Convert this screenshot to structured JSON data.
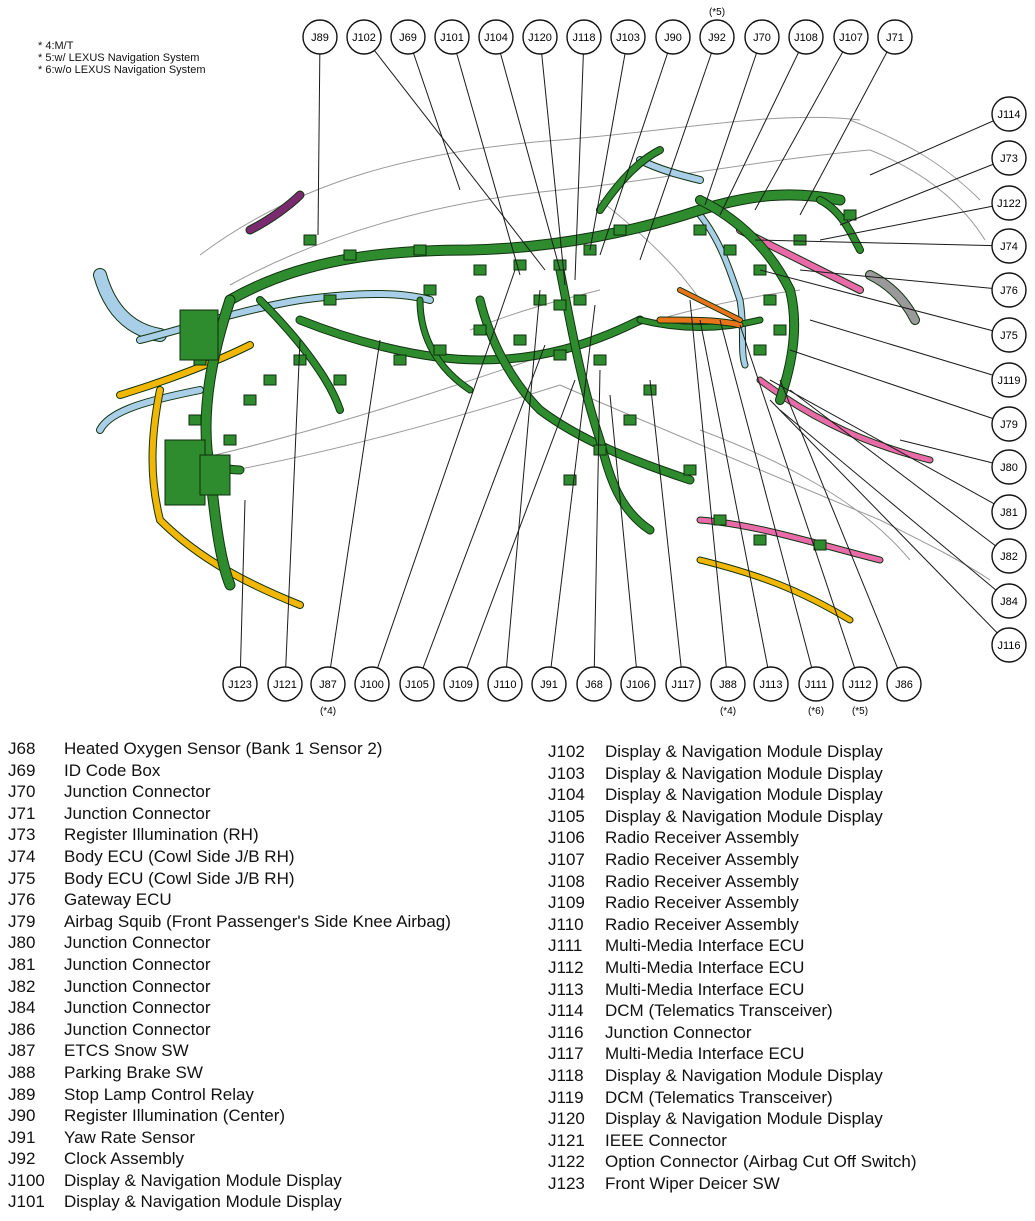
{
  "notes": [
    "* 4:M/T",
    "* 5:w/ LEXUS Navigation System",
    "* 6:w/o LEXUS Navigation System"
  ],
  "colors": {
    "harness_green": "#2e8b2e",
    "harness_yellow": "#f2b705",
    "harness_blue": "#a9cfe8",
    "harness_pink": "#e86aa8",
    "harness_orange": "#e8751a",
    "harness_purple": "#7a2a6e",
    "connector_dark": "#1f6b1f",
    "line": "#1a1a1a"
  },
  "top_callouts": [
    {
      "label": "J89"
    },
    {
      "label": "J102"
    },
    {
      "label": "J69"
    },
    {
      "label": "J101"
    },
    {
      "label": "J104"
    },
    {
      "label": "J120"
    },
    {
      "label": "J118"
    },
    {
      "label": "J103"
    },
    {
      "label": "J90"
    },
    {
      "label": "J92",
      "note": "(*5)"
    },
    {
      "label": "J70"
    },
    {
      "label": "J108"
    },
    {
      "label": "J107"
    },
    {
      "label": "J71"
    }
  ],
  "right_callouts": [
    {
      "label": "J114"
    },
    {
      "label": "J73"
    },
    {
      "label": "J122"
    },
    {
      "label": "J74"
    },
    {
      "label": "J76"
    },
    {
      "label": "J75"
    },
    {
      "label": "J119"
    },
    {
      "label": "J79"
    },
    {
      "label": "J80"
    },
    {
      "label": "J81"
    },
    {
      "label": "J82"
    },
    {
      "label": "J84"
    },
    {
      "label": "J116"
    }
  ],
  "bottom_callouts": [
    {
      "label": "J123"
    },
    {
      "label": "J121"
    },
    {
      "label": "J87",
      "note": "(*4)"
    },
    {
      "label": "J100"
    },
    {
      "label": "J105"
    },
    {
      "label": "J109"
    },
    {
      "label": "J110"
    },
    {
      "label": "J91"
    },
    {
      "label": "J68"
    },
    {
      "label": "J106"
    },
    {
      "label": "J117"
    },
    {
      "label": "J88",
      "note": "(*4)"
    },
    {
      "label": "J113"
    },
    {
      "label": "J111",
      "note": "(*6)"
    },
    {
      "label": "J112",
      "note": "(*5)"
    },
    {
      "label": "J86"
    }
  ],
  "legend_left": [
    {
      "code": "J68",
      "name": "Heated Oxygen Sensor (Bank 1 Sensor 2)"
    },
    {
      "code": "J69",
      "name": "ID Code Box"
    },
    {
      "code": "J70",
      "name": "Junction Connector"
    },
    {
      "code": "J71",
      "name": "Junction Connector"
    },
    {
      "code": "J73",
      "name": "Register Illumination (RH)"
    },
    {
      "code": "J74",
      "name": "Body ECU (Cowl Side J/B RH)"
    },
    {
      "code": "J75",
      "name": "Body ECU (Cowl Side J/B RH)"
    },
    {
      "code": "J76",
      "name": "Gateway ECU"
    },
    {
      "code": "J79",
      "name": "Airbag Squib (Front Passenger's Side Knee Airbag)"
    },
    {
      "code": "J80",
      "name": "Junction Connector"
    },
    {
      "code": "J81",
      "name": "Junction Connector"
    },
    {
      "code": "J82",
      "name": "Junction Connector"
    },
    {
      "code": "J84",
      "name": "Junction Connector"
    },
    {
      "code": "J86",
      "name": "Junction Connector"
    },
    {
      "code": "J87",
      "name": "ETCS Snow SW"
    },
    {
      "code": "J88",
      "name": "Parking Brake SW"
    },
    {
      "code": "J89",
      "name": "Stop Lamp Control Relay"
    },
    {
      "code": "J90",
      "name": "Register Illumination (Center)"
    },
    {
      "code": "J91",
      "name": "Yaw Rate Sensor"
    },
    {
      "code": "J92",
      "name": "Clock Assembly"
    },
    {
      "code": "J100",
      "name": "Display & Navigation Module Display"
    },
    {
      "code": "J101",
      "name": "Display & Navigation Module Display"
    }
  ],
  "legend_right": [
    {
      "code": "J102",
      "name": "Display & Navigation Module Display"
    },
    {
      "code": "J103",
      "name": "Display & Navigation Module Display"
    },
    {
      "code": "J104",
      "name": "Display & Navigation Module Display"
    },
    {
      "code": "J105",
      "name": "Display & Navigation Module Display"
    },
    {
      "code": "J106",
      "name": "Radio Receiver Assembly"
    },
    {
      "code": "J107",
      "name": "Radio Receiver Assembly"
    },
    {
      "code": "J108",
      "name": "Radio Receiver Assembly"
    },
    {
      "code": "J109",
      "name": "Radio Receiver Assembly"
    },
    {
      "code": "J110",
      "name": "Radio Receiver Assembly"
    },
    {
      "code": "J111",
      "name": "Multi-Media Interface ECU"
    },
    {
      "code": "J112",
      "name": "Multi-Media Interface ECU"
    },
    {
      "code": "J113",
      "name": "Multi-Media Interface ECU"
    },
    {
      "code": "J114",
      "name": "DCM (Telematics Transceiver)"
    },
    {
      "code": "J116",
      "name": "Junction Connector"
    },
    {
      "code": "J117",
      "name": "Multi-Media Interface ECU"
    },
    {
      "code": "J118",
      "name": "Display & Navigation Module Display"
    },
    {
      "code": "J119",
      "name": "DCM (Telematics Transceiver)"
    },
    {
      "code": "J120",
      "name": "Display & Navigation Module Display"
    },
    {
      "code": "J121",
      "name": "IEEE Connector"
    },
    {
      "code": "J122",
      "name": "Option Connector (Airbag Cut Off Switch)"
    },
    {
      "code": "J123",
      "name": "Front Wiper Deicer SW"
    }
  ]
}
